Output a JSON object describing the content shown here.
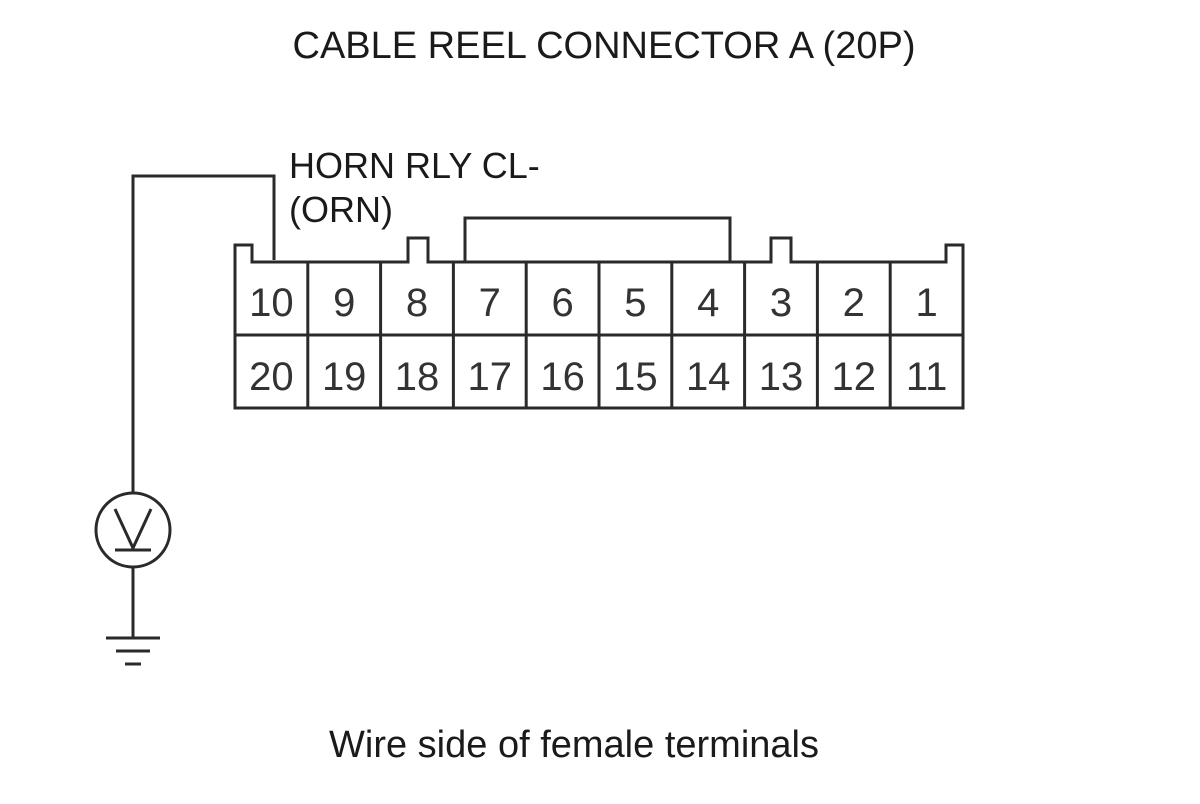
{
  "title": "CABLE REEL CONNECTOR A (20P)",
  "wire_label": {
    "line1": "HORN RLY CL-",
    "line2": "(ORN)"
  },
  "connector": {
    "top_row": [
      "10",
      "9",
      "8",
      "7",
      "6",
      "5",
      "4",
      "3",
      "2",
      "1"
    ],
    "bottom_row": [
      "20",
      "19",
      "18",
      "17",
      "16",
      "15",
      "14",
      "13",
      "12",
      "11"
    ]
  },
  "caption": "Wire side of female terminals",
  "icons": {
    "meter": "voltmeter-icon",
    "ground": "ground-icon"
  }
}
